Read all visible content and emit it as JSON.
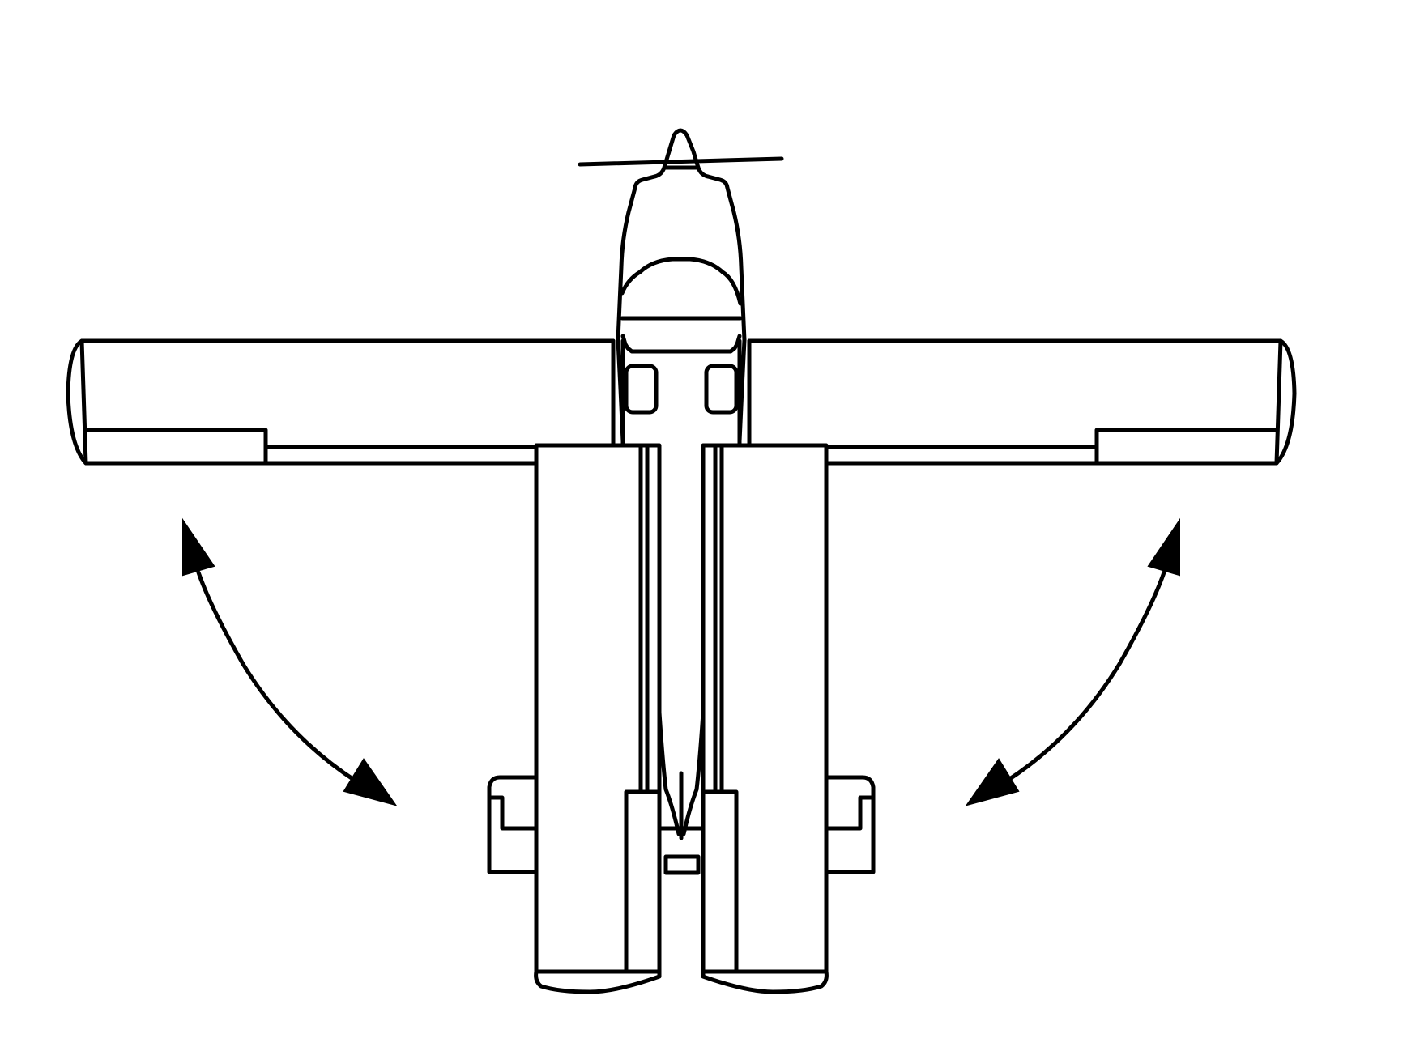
{
  "diagram": {
    "line_color": "#000000",
    "background_color": "#ffffff",
    "parts": [
      "propeller",
      "spinner",
      "engine-cowling",
      "canopy",
      "cockpit-windows",
      "left-wing",
      "right-wing",
      "left-aileron",
      "right-aileron",
      "left-wing-fold-panel",
      "right-wing-fold-panel",
      "left-float",
      "right-float",
      "float-struts",
      "left-tailplane",
      "right-tailplane",
      "tail-fin",
      "left-fold-arrow",
      "right-fold-arrow"
    ]
  }
}
